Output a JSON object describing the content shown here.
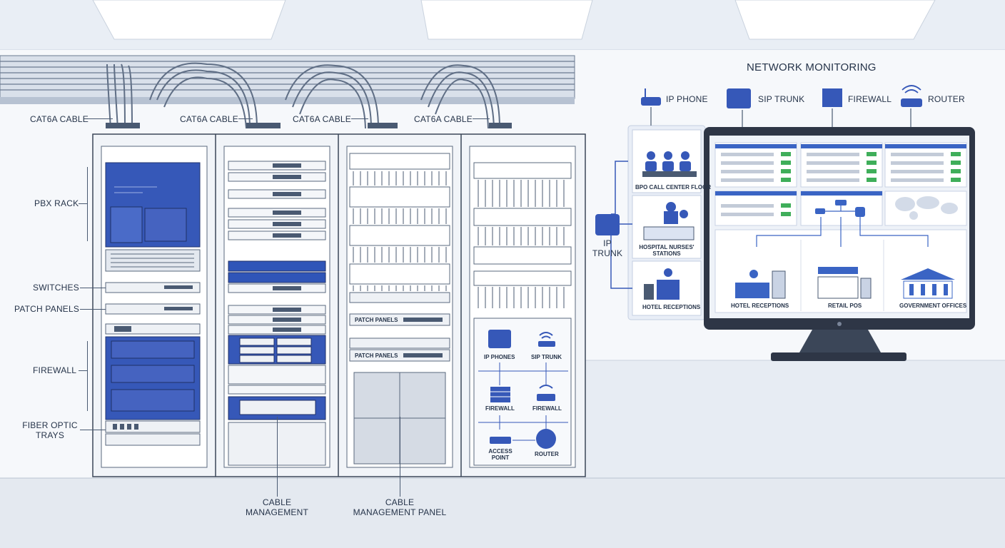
{
  "cable_labels": [
    "CAT6A CABLE",
    "CAT6A CABLE",
    "CAT6A CABLE",
    "CAT6A CABLE"
  ],
  "rack_labels": {
    "pbx_rack": "PBX RACK",
    "switches": "SWITCHES",
    "patch_panels": "PATCH PANELS",
    "firewall": "FIREWALL",
    "fiber_line1": "FIBER OPTIC",
    "fiber_line2": "TRAYS"
  },
  "bottom_labels": {
    "cable_mgmt_l1": "CABLE",
    "cable_mgmt_l2": "MANAGEMENT",
    "cable_panel_l1": "CABLE",
    "cable_panel_l2": "MANAGEMENT PANEL"
  },
  "rack3": {
    "patch_panels_1": "PATCH PANELS",
    "patch_panels_2": "PATCH PANELS"
  },
  "rack4": {
    "ip_phones": "IP PHONES",
    "sip_trunk": "SIP TRUNK",
    "firewall_1": "FIREWALL",
    "firewall_2": "FIREWALL",
    "access_point_l1": "ACCESS",
    "access_point_l2": "POINT",
    "router": "ROUTER"
  },
  "monitoring": {
    "title": "NETWORK MONITORING",
    "top_items": [
      "IP PHONE",
      "SIP TRUNK",
      "FIREWALL",
      "ROUTER"
    ],
    "ip_trunk_l1": "IP",
    "ip_trunk_l2": "TRUNK",
    "left_panels": {
      "bpo": "BPO CALL CENTER FLOOR",
      "hospital_l1": "HOSPITAL NURSES'",
      "hospital_l2": "STATIONS",
      "hotel": "HOTEL RECEPTIONS"
    },
    "screen_sites": [
      "HOTEL RECEPTIONS",
      "RETAIL POS",
      "GOVERNMENT OFFICES"
    ]
  },
  "colors": {
    "accent": "#2f55b8",
    "status_ok": "#3fae5a",
    "line": "#4a5a72",
    "rack_frame": "#3b4658"
  }
}
